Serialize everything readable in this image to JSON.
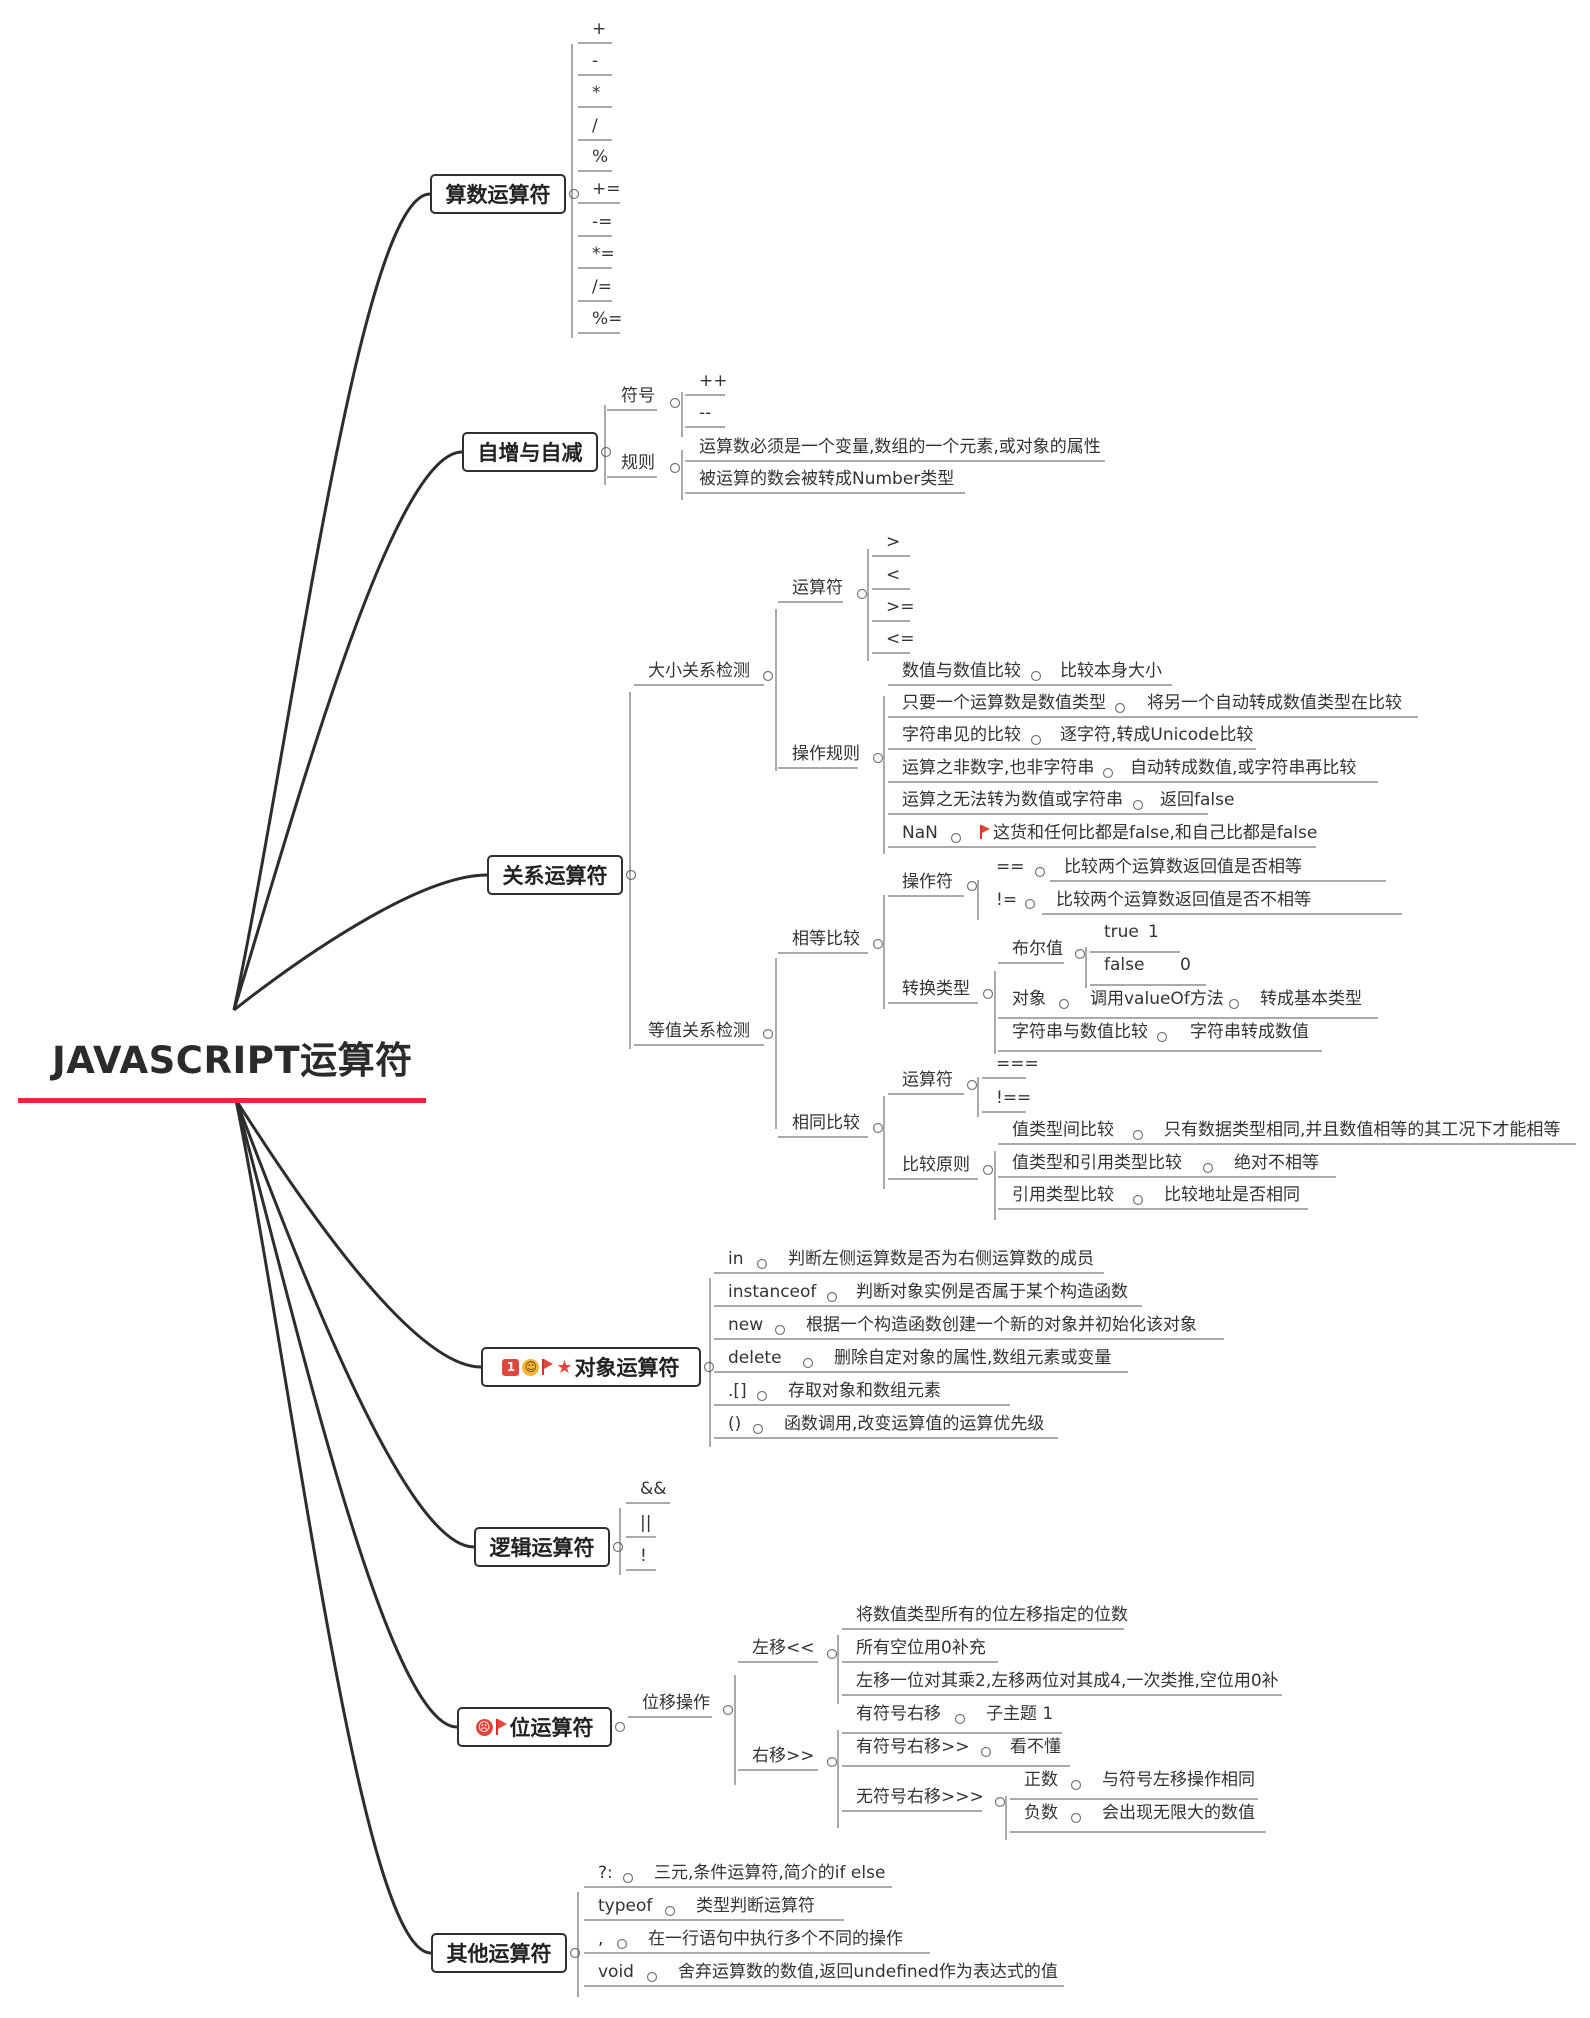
{
  "root": {
    "title": "JAVASCRIPT运算符"
  },
  "arith": {
    "label": "算数运算符",
    "ops": [
      "+",
      "-",
      "*",
      "/",
      "%",
      "+=",
      "-=",
      "*=",
      "/=",
      "%="
    ]
  },
  "incdec": {
    "label": "自增与自减",
    "symbol": {
      "label": "符号",
      "items": [
        "++",
        "--"
      ]
    },
    "rules": {
      "label": "规则",
      "items": [
        "运算数必须是一个变量,数组的一个元素,或对象的属性",
        "被运算的数会被转成Number类型"
      ]
    }
  },
  "relational": {
    "label": "关系运算符",
    "size": {
      "label": "大小关系检测",
      "ops_label": "运算符",
      "ops": [
        ">",
        "<",
        ">=",
        "<="
      ],
      "rules_label": "操作规则",
      "rules": [
        {
          "k": "数值与数值比较",
          "v": "比较本身大小"
        },
        {
          "k": "只要一个运算数是数值类型",
          "v": "将另一个自动转成数值类型在比较"
        },
        {
          "k": "字符串见的比较",
          "v": "逐字符,转成Unicode比较"
        },
        {
          "k": "运算之非数字,也非字符串",
          "v": "自动转成数值,或字符串再比较"
        },
        {
          "k": "运算之无法转为数值或字符串",
          "v": "返回false"
        },
        {
          "k": "NaN",
          "v": "这货和任何比都是false,和自己比都是false"
        }
      ]
    },
    "equal": {
      "label": "等值关系检测",
      "eq": {
        "label": "相等比较",
        "ops_label": "操作符",
        "ops": [
          {
            "k": "==",
            "v": "比较两个运算数返回值是否相等"
          },
          {
            "k": "!=",
            "v": "比较两个运算数返回值是否不相等"
          }
        ],
        "conv_label": "转换类型",
        "bool_label": "布尔值",
        "bools": [
          {
            "k": "true",
            "v": "1"
          },
          {
            "k": "false",
            "v": "0"
          }
        ],
        "obj": {
          "k": "对象",
          "m": "调用valueOf方法",
          "v": "转成基本类型"
        },
        "strnum": {
          "k": "字符串与数值比较",
          "v": "字符串转成数值"
        }
      },
      "same": {
        "label": "相同比较",
        "ops_label": "运算符",
        "ops": [
          "===",
          "!=="
        ],
        "rules_label": "比较原则",
        "rules": [
          {
            "k": "值类型间比较",
            "v": "只有数据类型相同,并且数值相等的其工况下才能相等"
          },
          {
            "k": "值类型和引用类型比较",
            "v": "绝对不相等"
          },
          {
            "k": "引用类型比较",
            "v": "比较地址是否相同"
          }
        ]
      }
    }
  },
  "object": {
    "label": "对象运算符",
    "marker_priority": "1",
    "items": [
      {
        "k": "in",
        "v": "判断左侧运算数是否为右侧运算数的成员"
      },
      {
        "k": "instanceof",
        "v": "判断对象实例是否属于某个构造函数"
      },
      {
        "k": "new",
        "v": "根据一个构造函数创建一个新的对象并初始化该对象"
      },
      {
        "k": "delete",
        "v": "删除自定对象的属性,数组元素或变量"
      },
      {
        "k": ".[]",
        "v": "存取对象和数组元素"
      },
      {
        "k": "()",
        "v": "函数调用,改变运算值的运算优先级"
      }
    ]
  },
  "logic": {
    "label": "逻辑运算符",
    "ops": [
      "&&",
      "||",
      "!"
    ]
  },
  "bitwise": {
    "label": "位运算符",
    "shift": {
      "label": "位移操作",
      "left": {
        "label": "左移<<",
        "items": [
          "将数值类型所有的位左移指定的位数",
          "所有空位用0补充",
          "左移一位对其乘2,左移两位对其成4,一次类推,空位用0补"
        ]
      },
      "right": {
        "label": "右移>>",
        "signed": {
          "k": "有符号右移",
          "v": "子主题 1"
        },
        "signed2": {
          "k": "有符号右移>>",
          "v": "看不懂"
        },
        "unsigned": {
          "label": "无符号右移>>>",
          "items": [
            {
              "k": "正数",
              "v": "与符号左移操作相同"
            },
            {
              "k": "负数",
              "v": "会出现无限大的数值"
            }
          ]
        }
      }
    }
  },
  "other": {
    "label": "其他运算符",
    "items": [
      {
        "k": "?:",
        "v": "三元,条件运算符,简介的if else"
      },
      {
        "k": "typeof",
        "v": "类型判断运算符"
      },
      {
        "k": ",",
        "v": "在一行语句中执行多个不同的操作"
      },
      {
        "k": "void",
        "v": "舍弃运算数的数值,返回undefined作为表达式的值"
      }
    ]
  },
  "colors": {
    "line": "#333333",
    "sub_line": "#555555",
    "underline": "#555555",
    "root_underline": "#e8283d",
    "marker_red": "#e0473b",
    "marker_yellow": "#f3b534"
  }
}
